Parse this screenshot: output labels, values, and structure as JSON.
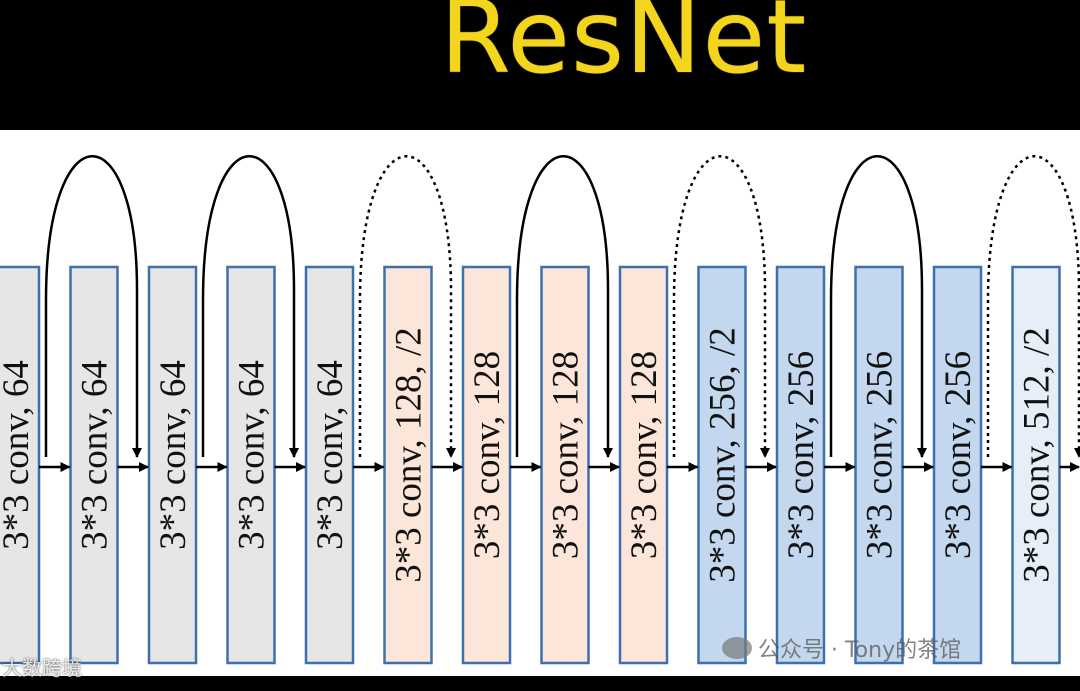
{
  "title": "ResNet",
  "colors": {
    "title": "#f2d51c",
    "border": "#3e6fae",
    "gray_fill": "#e6e6e6",
    "peach_fill": "#fce6da",
    "blue_fill": "#c3d8ee",
    "light_blue_fill": "#e6eef8"
  },
  "layers": [
    {
      "label": "3*3 conv, 64",
      "fill": "gray"
    },
    {
      "label": "3*3 conv, 64",
      "fill": "gray"
    },
    {
      "label": "3*3 conv, 64",
      "fill": "gray"
    },
    {
      "label": "3*3 conv, 64",
      "fill": "gray"
    },
    {
      "label": "3*3 conv, 64",
      "fill": "gray"
    },
    {
      "label": "3*3 conv, 128, /2",
      "fill": "peach"
    },
    {
      "label": "3*3 conv, 128",
      "fill": "peach"
    },
    {
      "label": "3*3 conv, 128",
      "fill": "peach"
    },
    {
      "label": "3*3 conv, 128",
      "fill": "peach"
    },
    {
      "label": "3*3 conv, 256, /2",
      "fill": "blue"
    },
    {
      "label": "3*3 conv, 256",
      "fill": "blue"
    },
    {
      "label": "3*3 conv, 256",
      "fill": "blue"
    },
    {
      "label": "3*3 conv, 256",
      "fill": "blue"
    },
    {
      "label": "3*3 conv, 512, /2",
      "fill": "light_blue"
    }
  ],
  "skips": [
    {
      "style": "solid"
    },
    {
      "style": "solid"
    },
    {
      "style": "dotted"
    },
    {
      "style": "solid"
    },
    {
      "style": "dotted"
    },
    {
      "style": "solid"
    },
    {
      "style": "dotted"
    }
  ],
  "watermarks": {
    "left": "大数跨境",
    "right": "公众号 · Tony的茶馆"
  }
}
